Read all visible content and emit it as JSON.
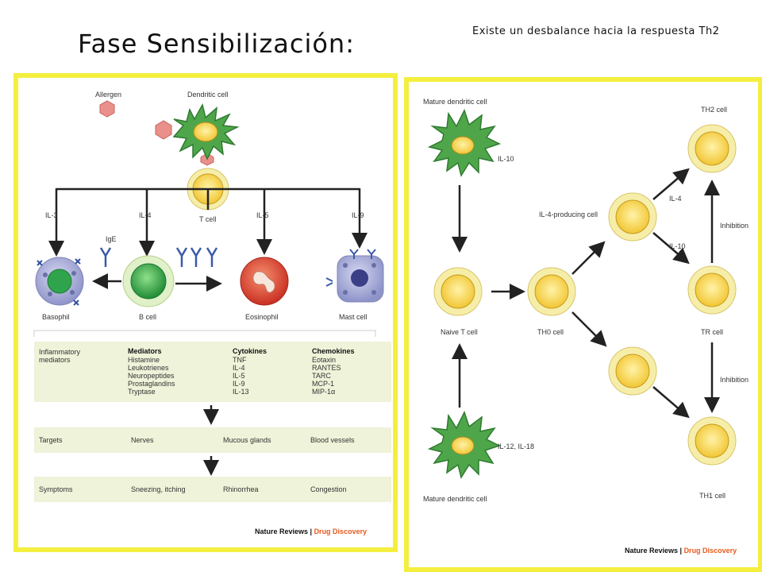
{
  "title": "Fase Sensibilización:",
  "note": "Existe un desbalance hacia la respuesta Th2",
  "left": {
    "labels": {
      "allergen": "Allergen",
      "dendritic": "Dendritic cell",
      "tcell": "T cell",
      "il3": "IL-3",
      "il4": "IL-4",
      "il5": "IL-5",
      "il9": "IL-9",
      "ige": "IgE",
      "basophil": "Basophil",
      "bcell": "B cell",
      "eosinophil": "Eosinophil",
      "mastcell": "Mast cell"
    },
    "mediators": {
      "row_label_1": "Inflammatory",
      "row_label_2": "mediators",
      "col1_head": "Mediators",
      "col1": [
        "Histamine",
        "Leukotrienes",
        "Neuropeptides",
        "Prostaglandins",
        "Tryptase"
      ],
      "col2_head": "Cytokines",
      "col2": [
        "TNF",
        "IL-4",
        "IL-5",
        "IL-9",
        "IL-13"
      ],
      "col3_head": "Chemokines",
      "col3": [
        "Eotaxin",
        "RANTES",
        "TARC",
        "MCP-1",
        "MIP-1α"
      ]
    },
    "targets": {
      "label": "Targets",
      "items": [
        "Nerves",
        "Mucous glands",
        "Blood vessels"
      ]
    },
    "symptoms": {
      "label": "Symptoms",
      "items": [
        "Sneezing, itching",
        "Rhinorrhea",
        "Congestion"
      ]
    },
    "footer_a": "Nature Reviews",
    "footer_sep": " | ",
    "footer_b": "Drug Discovery"
  },
  "right": {
    "labels": {
      "mature_dc_top": "Mature dendritic cell",
      "il10_dc": "IL-10",
      "th2": "TH2 cell",
      "il4_producing": "IL-4-producing cell",
      "il4": "IL-4",
      "il10": "IL-10",
      "inhibition_top": "Inhibition",
      "naive": "Naive T cell",
      "th0": "TH0 cell",
      "tr": "TR cell",
      "inhibition_bottom": "Inhibition",
      "il12_il18": "IL-12, IL-18",
      "mature_dc_bottom": "Mature dendritic cell",
      "th1": "TH1 cell"
    },
    "footer_a": "Nature Reviews",
    "footer_sep": " | ",
    "footer_b": "Drug Discovery"
  },
  "colors": {
    "frame": "#f4ef3f",
    "cell_outer": "#f6eea8",
    "cell_inner": "#f2c634",
    "dendritic": "#4fa64a",
    "allergen": "#e9908b",
    "bcell": "#3aa64a",
    "eosinophil": "#e1503a",
    "mastcell": "#9fa6d8",
    "basophil": "#bfbfe0",
    "band": "#eef3d9"
  }
}
